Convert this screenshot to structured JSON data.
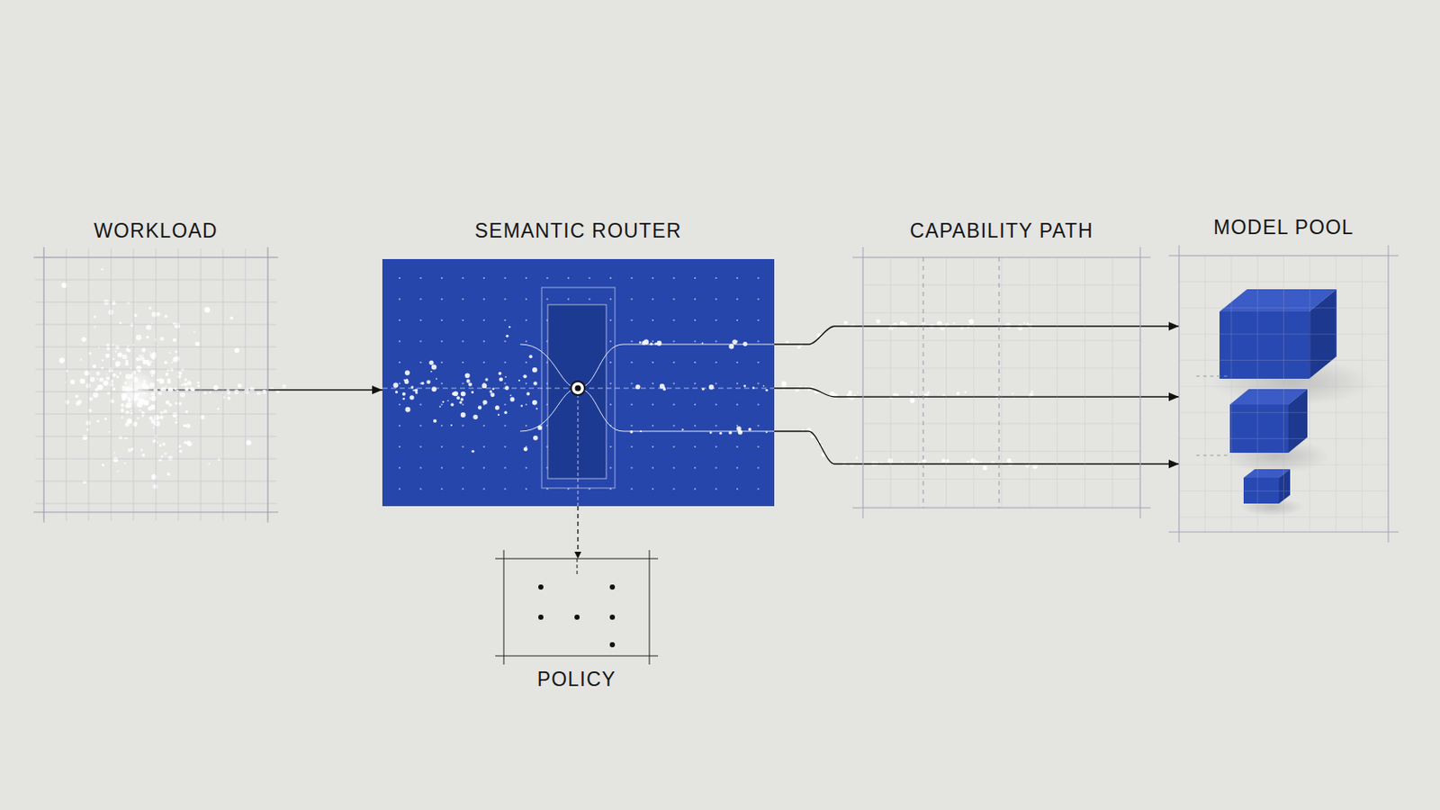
{
  "diagram": {
    "nodes": [
      {
        "text": [
          "WORKLOAD"
        ]
      },
      {
        "text": [
          "SEMANTIC ROUTER"
        ]
      },
      {
        "text": [
          "CAPABILITY PATH"
        ]
      },
      {
        "text": [
          "MODEL POOL"
        ]
      },
      {
        "text": [
          "POLICY"
        ]
      }
    ],
    "edges": [
      {
        "from": 0,
        "to": 1,
        "arrow": "to"
      },
      {
        "from": 1,
        "to": 3,
        "arrow": "to"
      },
      {
        "from": 1,
        "to": 3,
        "arrow": "to"
      },
      {
        "from": 1,
        "to": 3,
        "arrow": "to"
      },
      {
        "from": 1,
        "to": 4,
        "arrow": "to"
      }
    ]
  }
}
